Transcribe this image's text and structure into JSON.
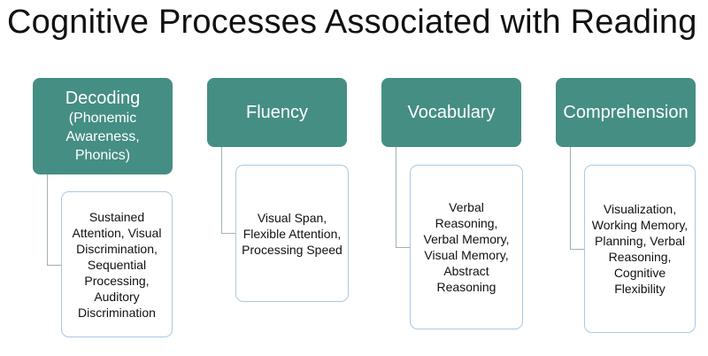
{
  "title": "Cognitive Processes Associated with Reading",
  "colors": {
    "header_fill": "#458e83",
    "header_text": "#ffffff",
    "detail_border": "#a9c8e6",
    "connector": "#9fb3b0"
  },
  "columns": [
    {
      "label": "Decoding",
      "sublabel": "(Phonemic Awareness, Phonics)",
      "items": "Sustained Attention, Visual Discrimination, Sequential Processing, Auditory Discrimination"
    },
    {
      "label": "Fluency",
      "sublabel": "",
      "items": "Visual Span, Flexible Attention, Processing Speed"
    },
    {
      "label": "Vocabulary",
      "sublabel": "",
      "items": "Verbal Reasoning, Verbal Memory, Visual Memory, Abstract Reasoning"
    },
    {
      "label": "Comprehension",
      "sublabel": "",
      "items": "Visualization, Working Memory, Planning, Verbal Reasoning, Cognitive Flexibility"
    }
  ]
}
